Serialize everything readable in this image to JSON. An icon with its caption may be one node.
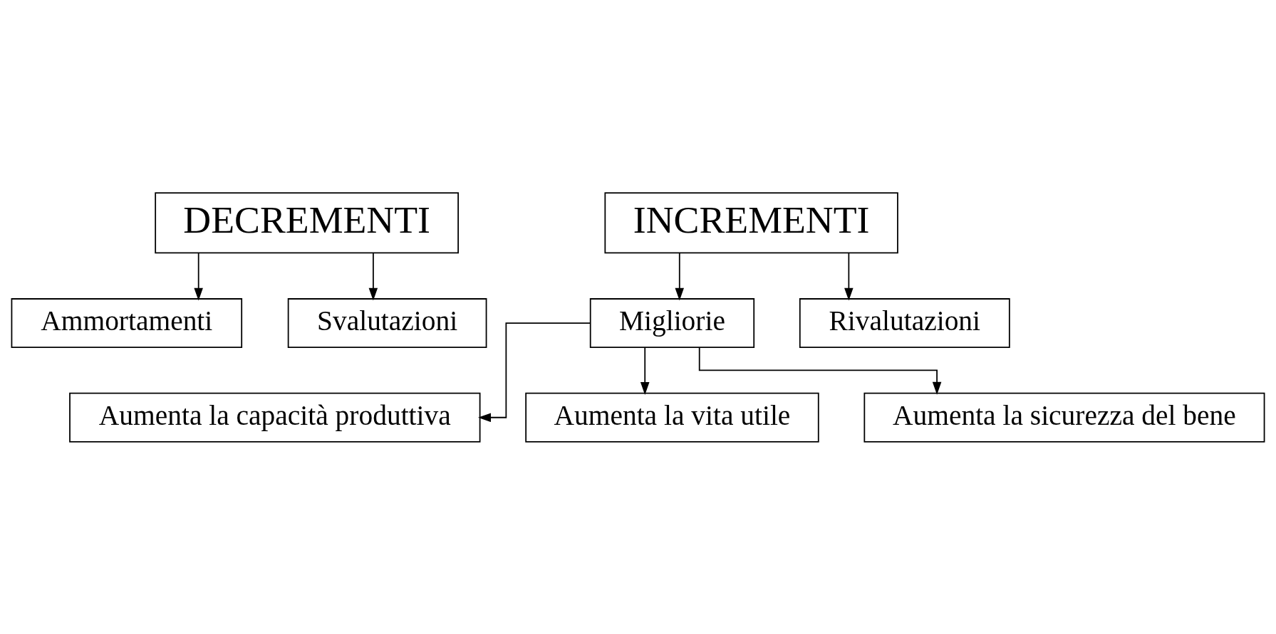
{
  "diagram": {
    "nodes": [
      {
        "text": [
          "DECREMENTI"
        ]
      },
      {
        "text": [
          "Ammortamenti"
        ]
      },
      {
        "text": [
          "Svalutazioni"
        ]
      },
      {
        "text": [
          "INCREMENTI"
        ]
      },
      {
        "text": [
          "Migliorie"
        ]
      },
      {
        "text": [
          "Rivalutazioni"
        ]
      },
      {
        "text": [
          "Aumenta la capacità produttiva"
        ]
      },
      {
        "text": [
          "Aumenta la vita utile"
        ]
      },
      {
        "text": [
          "Aumenta la sicurezza del bene"
        ]
      }
    ],
    "edges": [
      {
        "from": 0,
        "to": 1,
        "arrow": "to"
      },
      {
        "from": 0,
        "to": 2,
        "arrow": "to"
      },
      {
        "from": 3,
        "to": 4,
        "arrow": "to"
      },
      {
        "from": 3,
        "to": 5,
        "arrow": "to"
      },
      {
        "from": 4,
        "to": 6,
        "arrow": "to"
      },
      {
        "from": 4,
        "to": 7,
        "arrow": "to"
      },
      {
        "from": 4,
        "to": 8,
        "arrow": "to"
      }
    ]
  }
}
